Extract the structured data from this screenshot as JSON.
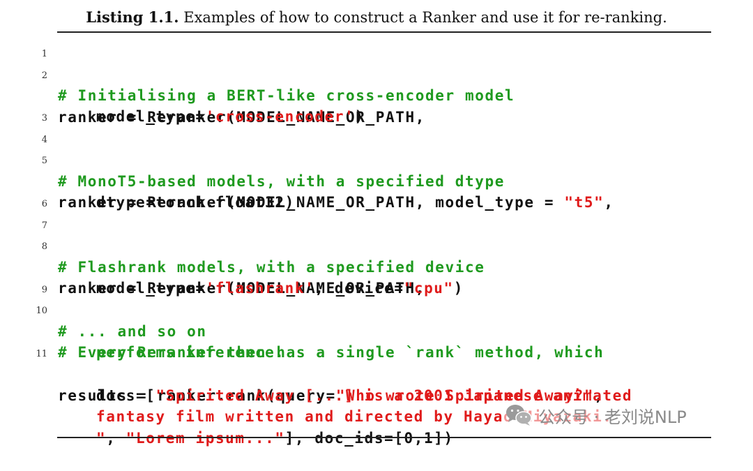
{
  "caption": {
    "label": "Listing 1.1.",
    "text": " Examples of how to construct a Ranker and use it for re-ranking."
  },
  "listing": {
    "line_numbers": [
      "1",
      "2",
      "3",
      "4",
      "5",
      "6",
      "7",
      "8",
      "9",
      "10",
      "11"
    ],
    "code": {
      "l1": "# Initialising a BERT-like cross-encoder model",
      "l2": "ranker = Reranker(MODEL_NAME_OR_PATH,",
      "l2b_pre": "model_type=",
      "l2b_str": "'cross-encoder'",
      "l2b_post": ")",
      "l4": "# MonoT5-based models, with a specified dtype",
      "l5_pre": "ranker = Reranker(MODEL_NAME_OR_PATH, model_type = ",
      "l5_str": "\"t5\"",
      "l5_post": ",",
      "l5b": "dtype=torch.float32)",
      "l7": "# Flashrank models, with a specified device",
      "l8": "ranker = Reranker(MODEL_NAME_OR_PATH,",
      "l8b_pre": "model_type=",
      "l8b_str1": "'flashrank'",
      "l8b_mid": ", device=",
      "l8b_str2": "\"cpu\"",
      "l8b_post": ")",
      "l9": "# ... and so on",
      "l10": "# Every Reranker then has a single `rank` method, which",
      "l10b": "performs inference.",
      "l11_pre": "results = ranker.rank(query=",
      "l11_str": "\"Who wrote Spirited Away?\"",
      "l11_post": ",",
      "l11b_pre": "docs=[",
      "l11b_str": "\"Spirited Away [...] is a 2001 Japanese animated",
      "l11c_str": "fantasy film written and directed by Hayao Miyazaki.",
      "l11d_str1": "\"",
      "l11d_mid": ", ",
      "l11d_str2": "\"Lorem ipsum...\"",
      "l11d_post": "], doc_ids=[0,1])"
    }
  },
  "watermark": {
    "icon": "wechat-icon",
    "text": "公众号 · 老刘说NLP"
  },
  "colors": {
    "comment": "#1f9a1f",
    "string": "#e01b1b",
    "code": "#111111"
  }
}
